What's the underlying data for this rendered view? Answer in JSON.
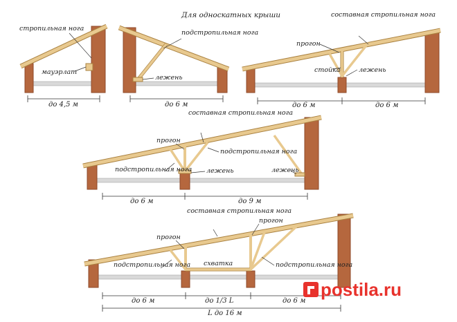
{
  "title": "Для односкатных крыши",
  "colors": {
    "wall": "#b5673e",
    "wall_dark": "#8e4a2a",
    "timber": "#e8c98f",
    "timber_edge": "#a9803f",
    "beam": "#d9d9d9",
    "watermark": "#e8322c"
  },
  "diagram1": {
    "rafter": "стропильная нога",
    "mauerlat": "мауэрлат",
    "span": "до 4,5 м"
  },
  "diagram2": {
    "sub_rafter": "подстропильная нога",
    "lezhen": "лежень",
    "span": "до 6 м"
  },
  "diagram3": {
    "composite": "составная стропильная нога",
    "purlin": "прогон",
    "post": "стойка",
    "lezhen": "лежень",
    "span_left": "до 6 м",
    "span_right": "до 6 м"
  },
  "diagram4": {
    "composite": "составная стропильная нога",
    "purlin": "прогон",
    "sub_rafter_left": "подстропильная нога",
    "sub_rafter_right": "подстропильная нога",
    "lezhen_mid": "лежень",
    "lezhen_right": "лежень",
    "span_left": "до 6 м",
    "span_right": "до 9 м"
  },
  "diagram5": {
    "composite": "составная стропильная нога",
    "purlin_left": "прогон",
    "purlin_right": "прогон",
    "sub_rafter_left": "подстропильная нога",
    "sub_rafter_right": "подстропильная нога",
    "tie": "схватка",
    "span_left": "до 6 м",
    "span_mid": "до 1/3 L",
    "span_right": "до 6 м",
    "span_total": "L до 16 м"
  },
  "watermark": "postila.ru"
}
